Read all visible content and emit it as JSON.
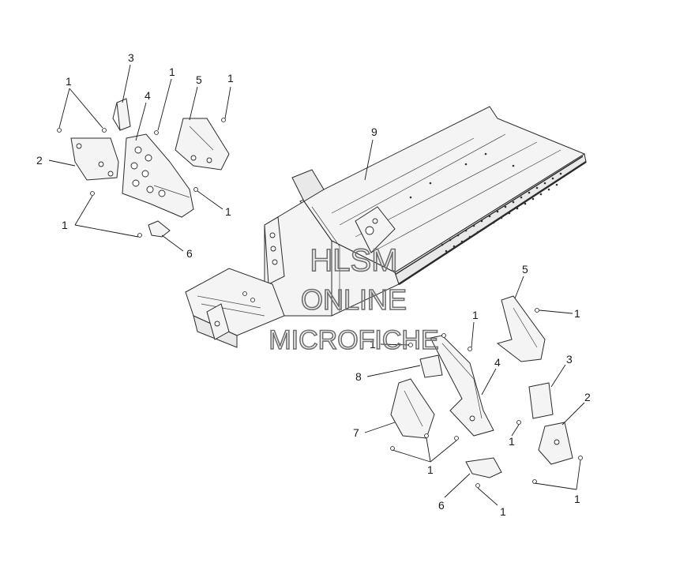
{
  "watermark": {
    "line1": "HLSM",
    "line2": "ONLINE",
    "line3": "MICROFICHE"
  },
  "callouts": {
    "left_3": "3",
    "left_1_a": "1",
    "left_4": "4",
    "left_1_b": "1",
    "left_5": "5",
    "left_1_c": "1",
    "left_2": "2",
    "left_1_d": "1",
    "left_1_e": "1",
    "left_6": "6",
    "frame_9": "9",
    "right_5": "5",
    "right_1_a": "1",
    "right_1_b": "1",
    "right_1_c": "1",
    "right_8": "8",
    "right_4": "4",
    "right_3": "3",
    "right_2": "2",
    "right_7": "7",
    "right_1_d": "1",
    "right_1_e": "1",
    "right_1_f": "1",
    "right_6": "6",
    "right_1_g": "1"
  },
  "colors": {
    "line": "#2a2a2a",
    "part_fill": "#f4f4f4",
    "watermark": "#6f6f6f"
  }
}
